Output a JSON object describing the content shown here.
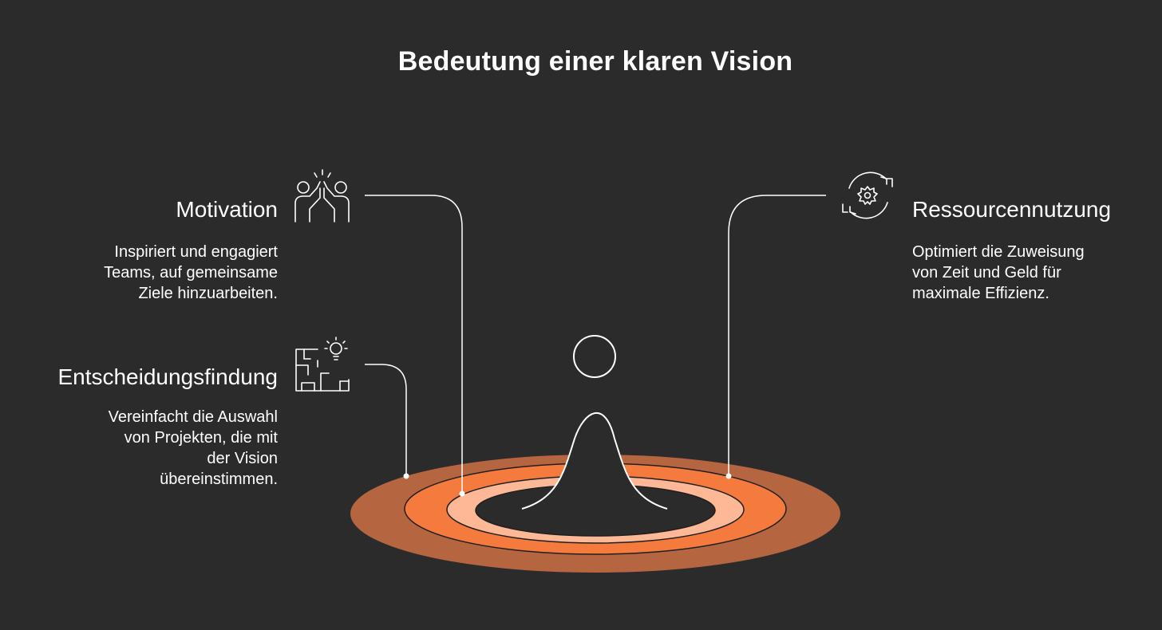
{
  "title": "Bedeutung einer klaren Vision",
  "items": {
    "motivation": {
      "heading": "Motivation",
      "lines": [
        "Inspiriert und engagiert",
        "Teams, auf gemeinsame",
        "Ziele hinzuarbeiten."
      ],
      "icon": "high-five-icon"
    },
    "entscheidung": {
      "heading": "Entscheidungsfindung",
      "lines": [
        "Vereinfacht die Auswahl",
        "von Projekten, die mit",
        "der Vision",
        "übereinstimmen."
      ],
      "icon": "maze-lightbulb-icon"
    },
    "ressourcen": {
      "heading": "Ressourcennutzung",
      "lines": [
        "Optimiert die Zuweisung",
        "von Zeit und Geld für",
        "maximale Effizienz."
      ],
      "icon": "gear-cycle-icon"
    }
  },
  "colors": {
    "background": "#2b2b2b",
    "outer_ring": "#b5653f",
    "middle_ring": "#f47a3e",
    "inner_ring": "#ffb895",
    "line": "#ffffff"
  }
}
